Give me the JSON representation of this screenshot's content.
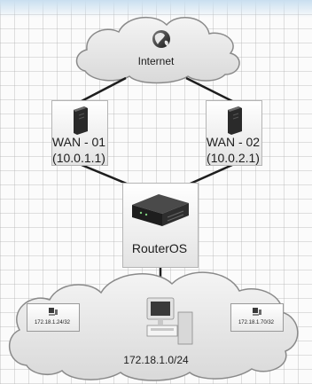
{
  "diagram": {
    "cloud_top_label": "Internet",
    "wan1": {
      "name": "WAN - 01",
      "ip": "(10.0.1.1)"
    },
    "wan2": {
      "name": "WAN - 02",
      "ip": "(10.0.2.1)"
    },
    "router": {
      "label": "RouterOS"
    },
    "lan": {
      "subnet": "172.18.1.0/24",
      "host_left": "172.18.1.24/32",
      "host_right": "172.18.1.70/32"
    }
  },
  "colors": {
    "cloud_fill": "#e4e4e4",
    "cloud_stroke": "#8a8a8a",
    "link": "#1e1e1e",
    "node_box_border": "#b5b5b5"
  },
  "icons": [
    "globe-icon",
    "server-tower-icon",
    "router-icon",
    "desktop-computer-icon",
    "small-pc-icon"
  ]
}
